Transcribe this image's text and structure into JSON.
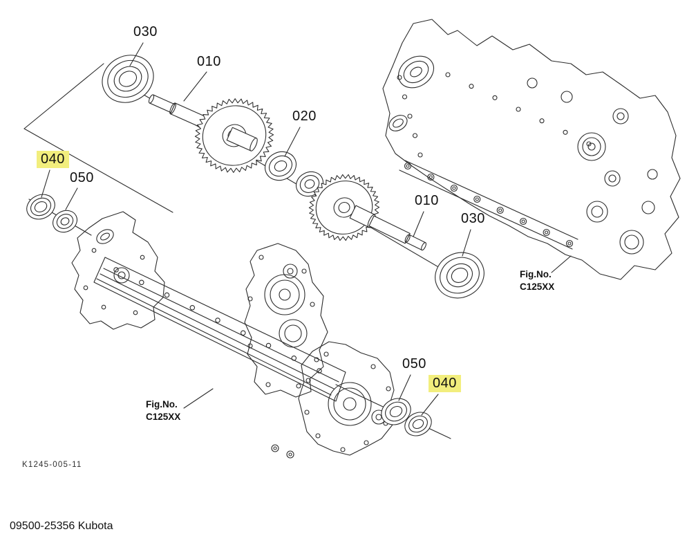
{
  "page": {
    "background": "#ffffff"
  },
  "diagram": {
    "callouts": [
      {
        "id": "030-upper",
        "text": "030",
        "highlighted": false
      },
      {
        "id": "010-upper",
        "text": "010",
        "highlighted": false
      },
      {
        "id": "020",
        "text": "020",
        "highlighted": false
      },
      {
        "id": "040-left",
        "text": "040",
        "highlighted": true
      },
      {
        "id": "050-left",
        "text": "050",
        "highlighted": false
      },
      {
        "id": "010-lower",
        "text": "010",
        "highlighted": false
      },
      {
        "id": "030-lower",
        "text": "030",
        "highlighted": false
      },
      {
        "id": "050-right",
        "text": "050",
        "highlighted": false
      },
      {
        "id": "040-right",
        "text": "040",
        "highlighted": true
      }
    ],
    "fig_refs": [
      {
        "label": "Fig.No.",
        "code": "C125XX"
      },
      {
        "label": "Fig.No.",
        "code": "C125XX"
      }
    ],
    "drawing_number": "K1245-005-11",
    "footer": "09500-25356 Kubota",
    "highlight_color": "#f2ee7d",
    "line_color": "#2b2b2b"
  }
}
